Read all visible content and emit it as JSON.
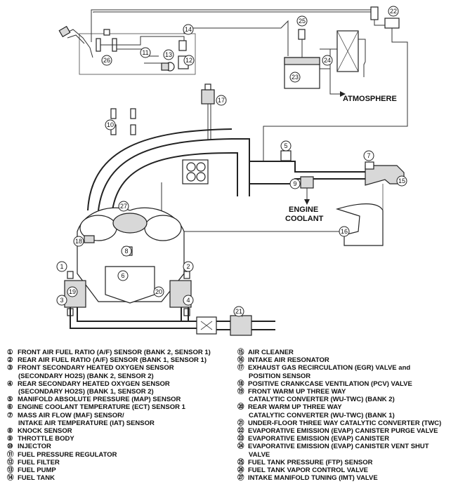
{
  "labels": {
    "atmosphere": "ATMOSPHERE",
    "engine_coolant_1": "ENGINE",
    "engine_coolant_2": "COOLANT"
  },
  "callouts": [
    "1",
    "2",
    "3",
    "4",
    "5",
    "6",
    "7",
    "8",
    "9",
    "10",
    "11",
    "12",
    "13",
    "14",
    "15",
    "16",
    "17",
    "18",
    "19",
    "20",
    "21",
    "22",
    "23",
    "24",
    "25",
    "26",
    "27"
  ],
  "legend_left": [
    {
      "mark": "①",
      "lines": [
        "FRONT AIR FUEL RATIO (A/F) SENSOR (BANK 2, SENSOR 1)"
      ]
    },
    {
      "mark": "②",
      "lines": [
        "REAR AIR FUEL RATIO (A/F) SENSOR (BANK 1, SENSOR 1)"
      ]
    },
    {
      "mark": "③",
      "lines": [
        "FRONT SECONDARY HEATED OXYGEN SENSOR",
        "(SECONDARY HO2S) (BANK 2, SENSOR 2)"
      ]
    },
    {
      "mark": "④",
      "lines": [
        "REAR SECONDARY HEATED OXYGEN SENSOR",
        "(SECONDARY HO2S) (BANK 1, SENSOR 2)"
      ]
    },
    {
      "mark": "⑤",
      "lines": [
        "MANIFOLD ABSOLUTE PRESSURE (MAP) SENSOR"
      ]
    },
    {
      "mark": "⑥",
      "lines": [
        "ENGINE COOLANT TEMPERATURE (ECT) SENSOR 1"
      ]
    },
    {
      "mark": "⑦",
      "lines": [
        "MASS AIR FLOW (MAF) SENSOR/",
        "INTAKE AIR TEMPERATURE (IAT) SENSOR"
      ]
    },
    {
      "mark": "⑧",
      "lines": [
        "KNOCK SENSOR"
      ]
    },
    {
      "mark": "⑨",
      "lines": [
        "THROTTLE BODY"
      ]
    },
    {
      "mark": "⑩",
      "lines": [
        "INJECTOR"
      ]
    },
    {
      "mark": "⑪",
      "lines": [
        "FUEL PRESSURE REGULATOR"
      ]
    },
    {
      "mark": "⑫",
      "lines": [
        "FUEL FILTER"
      ]
    },
    {
      "mark": "⑬",
      "lines": [
        "FUEL PUMP"
      ]
    },
    {
      "mark": "⑭",
      "lines": [
        "FUEL TANK"
      ]
    }
  ],
  "legend_right": [
    {
      "mark": "⑮",
      "lines": [
        "AIR CLEANER"
      ]
    },
    {
      "mark": "⑯",
      "lines": [
        "INTAKE AIR RESONATOR"
      ]
    },
    {
      "mark": "⑰",
      "lines": [
        "EXHAUST GAS RECIRCULATION (EGR) VALVE and",
        "POSITION SENSOR"
      ]
    },
    {
      "mark": "⑱",
      "lines": [
        "POSITIVE CRANKCASE VENTILATION (PCV) VALVE"
      ]
    },
    {
      "mark": "⑲",
      "lines": [
        "FRONT WARM UP THREE WAY",
        "CATALYTIC CONVERTER (WU-TWC) (BANK 2)"
      ]
    },
    {
      "mark": "⑳",
      "lines": [
        "REAR WARM UP THREE WAY",
        "CATALYTIC CONVERTER (WU-TWC) (BANK 1)"
      ]
    },
    {
      "mark": "㉑",
      "lines": [
        "UNDER-FLOOR THREE WAY CATALYTIC CONVERTER (TWC)"
      ]
    },
    {
      "mark": "㉒",
      "lines": [
        "EVAPORATIVE EMISSION (EVAP) CANISTER PURGE VALVE"
      ]
    },
    {
      "mark": "㉓",
      "lines": [
        "EVAPORATIVE EMISSION (EVAP) CANISTER"
      ]
    },
    {
      "mark": "㉔",
      "lines": [
        "EVAPORATIVE EMISSION (EVAP) CANISTER VENT SHUT",
        "VALVE"
      ]
    },
    {
      "mark": "㉕",
      "lines": [
        "FUEL TANK PRESSURE (FTP) SENSOR"
      ]
    },
    {
      "mark": "㉖",
      "lines": [
        "FUEL TANK VAPOR CONTROL VALVE"
      ]
    },
    {
      "mark": "㉗",
      "lines": [
        "INTAKE MANIFOLD TUNING (IMT) VALVE"
      ]
    }
  ]
}
